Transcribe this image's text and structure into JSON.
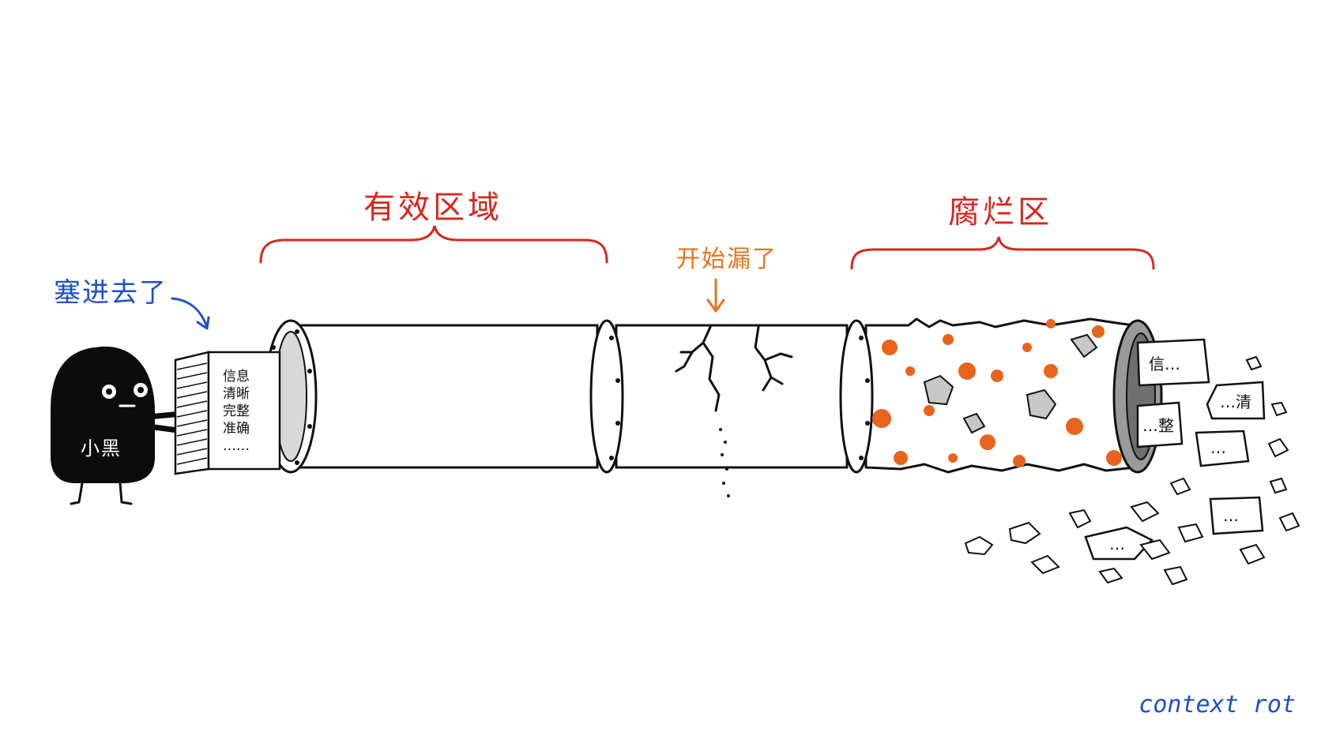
{
  "labels": {
    "effective_zone": "有效区域",
    "rot_zone": "腐烂区",
    "leak_start": "开始漏了",
    "pushed_in": "塞进去了",
    "character_name": "小黑",
    "signature": "context rot"
  },
  "document_lines": [
    "信息",
    "清晰",
    "完整",
    "准确",
    "……"
  ],
  "fragments": {
    "frag1": "信…",
    "frag2": "…清",
    "frag3": "…整",
    "frag4": "…",
    "frag5": "…",
    "frag6": "…"
  },
  "colors": {
    "effective_label": "#d9261c",
    "leak_label": "#e8731c",
    "pushed_label": "#1f4fc8",
    "rust": "#e8641c",
    "ink": "#111111"
  }
}
